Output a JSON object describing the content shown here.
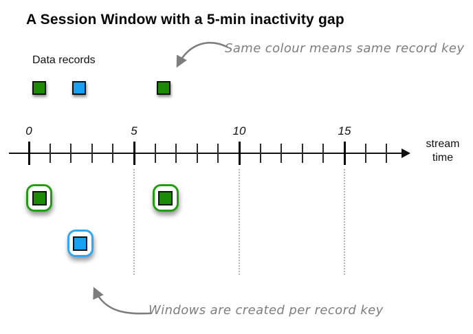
{
  "title": "A Session Window with a 5-min inactivity gap",
  "legend": {
    "label": "Data records"
  },
  "annotations": {
    "top": "Same colour means same record key",
    "bottom": "Windows are created per record key"
  },
  "timeline": {
    "ticks": [
      {
        "label": "0",
        "time": 0
      },
      {
        "label": "5",
        "time": 5
      },
      {
        "label": "10",
        "time": 10
      },
      {
        "label": "15",
        "time": 15
      }
    ],
    "minor_tick_count": 18,
    "major_tick_every": 5,
    "gridline_times": [
      5,
      10,
      15
    ],
    "axis_label_line1": "stream",
    "axis_label_line2": "time"
  },
  "records": [
    {
      "key": "green",
      "time": 0.5
    },
    {
      "key": "blue",
      "time": 2.4
    },
    {
      "key": "green",
      "time": 6.4
    }
  ],
  "windows": [
    {
      "key": "green",
      "time": 0.5,
      "row": 0
    },
    {
      "key": "green",
      "time": 6.5,
      "row": 0
    },
    {
      "key": "blue",
      "time": 2.45,
      "row": 1
    }
  ],
  "colors": {
    "green": "#1b8a05",
    "blue": "#16a1f2",
    "green_border": "#1f9e0f",
    "blue_border": "#2fa7f2",
    "square_outline": "#111111",
    "axis": "#111111",
    "annotation": "#7d7d7d",
    "gridline": "#b5b5b5"
  }
}
